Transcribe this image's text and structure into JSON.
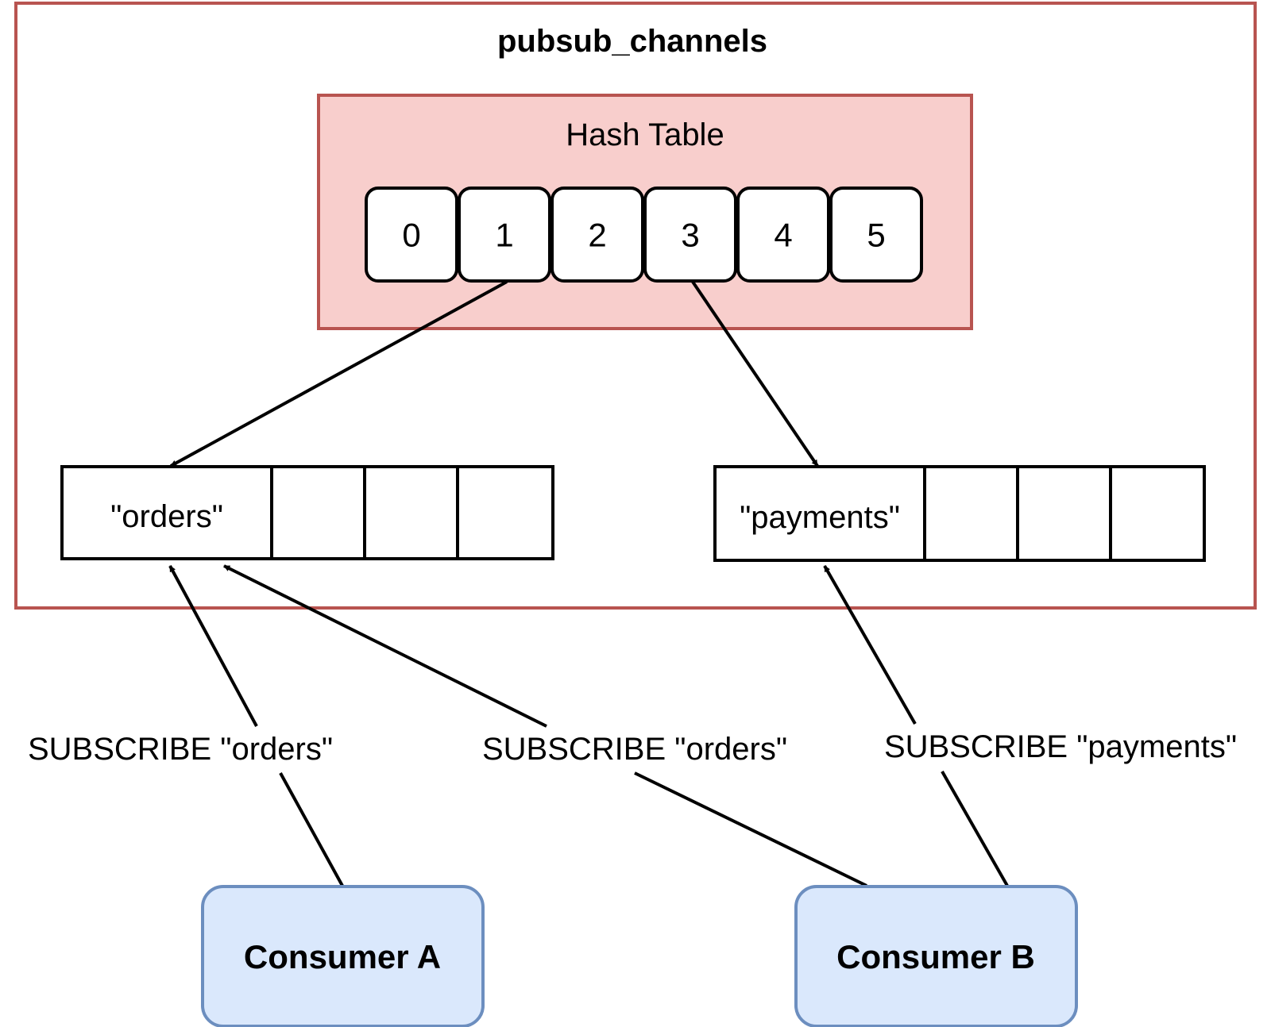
{
  "title": "pubsub_channels",
  "hash_table": {
    "label": "Hash Table",
    "buckets": [
      "0",
      "1",
      "2",
      "3",
      "4",
      "5"
    ]
  },
  "channels": [
    {
      "name": "\"orders\""
    },
    {
      "name": "\"payments\""
    }
  ],
  "consumers": [
    {
      "name": "Consumer A"
    },
    {
      "name": "Consumer B"
    }
  ],
  "edges": [
    {
      "from": "bucket-1",
      "to": "channel-orders"
    },
    {
      "from": "bucket-3",
      "to": "channel-payments"
    },
    {
      "from": "consumer-a",
      "to": "channel-orders",
      "label": "SUBSCRIBE \"orders\""
    },
    {
      "from": "consumer-b",
      "to": "channel-orders",
      "label": "SUBSCRIBE \"orders\""
    },
    {
      "from": "consumer-b",
      "to": "channel-payments",
      "label": "SUBSCRIBE \"payments\""
    }
  ],
  "colors": {
    "outer_border": "#b85450",
    "hash_fill": "#f8cecc",
    "hash_border": "#b85450",
    "consumer_fill": "#dae8fc",
    "consumer_border": "#6c8ebf",
    "line": "#000000"
  }
}
